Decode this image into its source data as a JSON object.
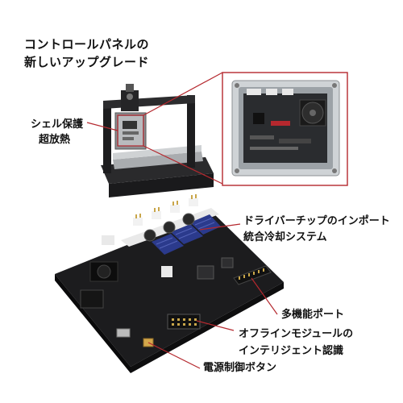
{
  "heading": {
    "line1": "コントロールパネルの",
    "line2": "新しいアップグレード"
  },
  "callouts": {
    "shell_line1": "シェル保護",
    "shell_line2": "超放熱",
    "chip_line1": "ドライバーチップのインポート",
    "chip_line2": "統合冷却システム",
    "ports": "多機能ポート",
    "offline_line1": "オフラインモジュールの",
    "offline_line2": "インテリジェント認識",
    "power": "電源制御ボタン"
  },
  "colors": {
    "accent_line": "#b5282e",
    "pcb": "#1c1c1e",
    "heatsink": "#2b3a8c",
    "header_white": "#e9e9e9"
  }
}
